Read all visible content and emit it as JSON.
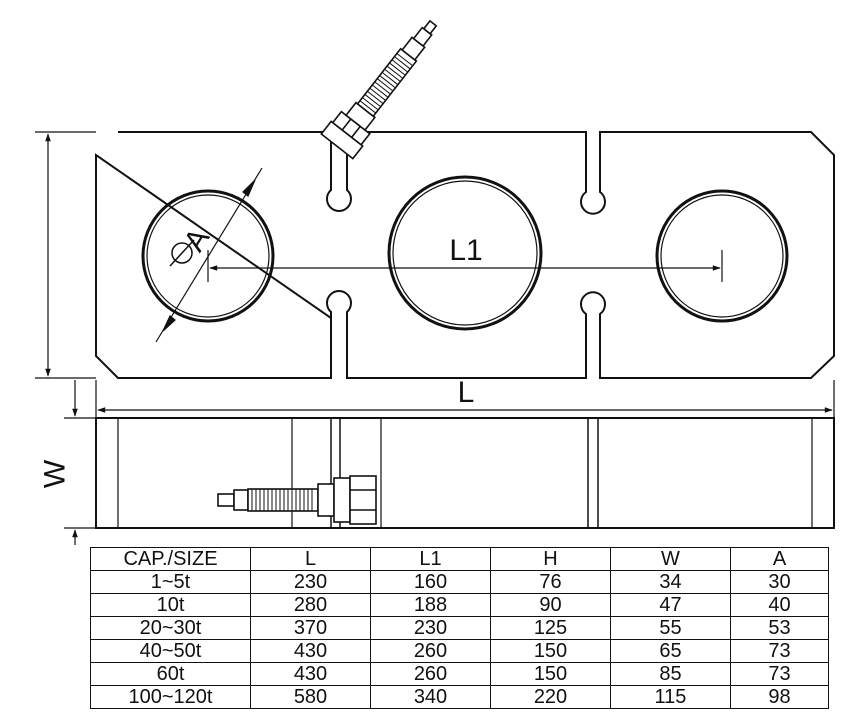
{
  "diagram": {
    "labels": {
      "diameter": "A",
      "center_distance": "L1",
      "length": "L",
      "width": "W"
    }
  },
  "spec_table": {
    "headers": [
      "CAP./SIZE",
      "L",
      "L1",
      "H",
      "W",
      "A"
    ],
    "rows": [
      [
        "1~5t",
        "230",
        "160",
        "76",
        "34",
        "30"
      ],
      [
        "10t",
        "280",
        "188",
        "90",
        "47",
        "40"
      ],
      [
        "20~30t",
        "370",
        "230",
        "125",
        "55",
        "53"
      ],
      [
        "40~50t",
        "430",
        "260",
        "150",
        "65",
        "73"
      ],
      [
        "60t",
        "430",
        "260",
        "150",
        "85",
        "73"
      ],
      [
        "100~120t",
        "580",
        "340",
        "220",
        "115",
        "98"
      ]
    ]
  }
}
